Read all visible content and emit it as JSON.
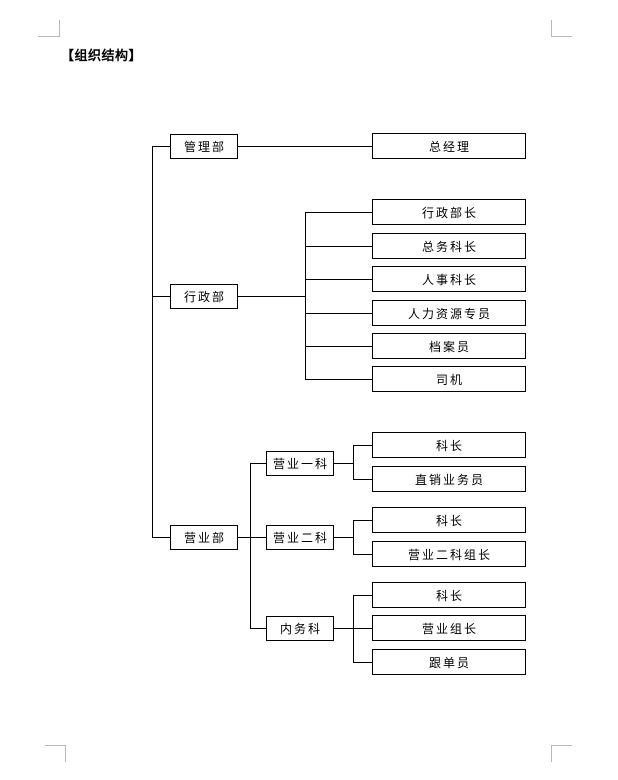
{
  "document": {
    "title": "【组织结构】"
  },
  "org_chart": {
    "management_dept": "管理部",
    "general_manager": "总经理",
    "admin_dept": "行政部",
    "admin_children": [
      "行政部长",
      "总务科长",
      "人事科长",
      "人力资源专员",
      "档案员",
      "司机"
    ],
    "sales_dept": "营业部",
    "sales_section_1": "营业一科",
    "sales_section_1_children": [
      "科长",
      "直销业务员"
    ],
    "sales_section_2": "营业二科",
    "sales_section_2_children": [
      "科长",
      "营业二科组长"
    ],
    "internal_section": "内务科",
    "internal_section_children": [
      "科长",
      "营业组长",
      "跟单员"
    ],
    "line_color": "#000000",
    "boundary_mark_color": "#b8b8b8"
  }
}
